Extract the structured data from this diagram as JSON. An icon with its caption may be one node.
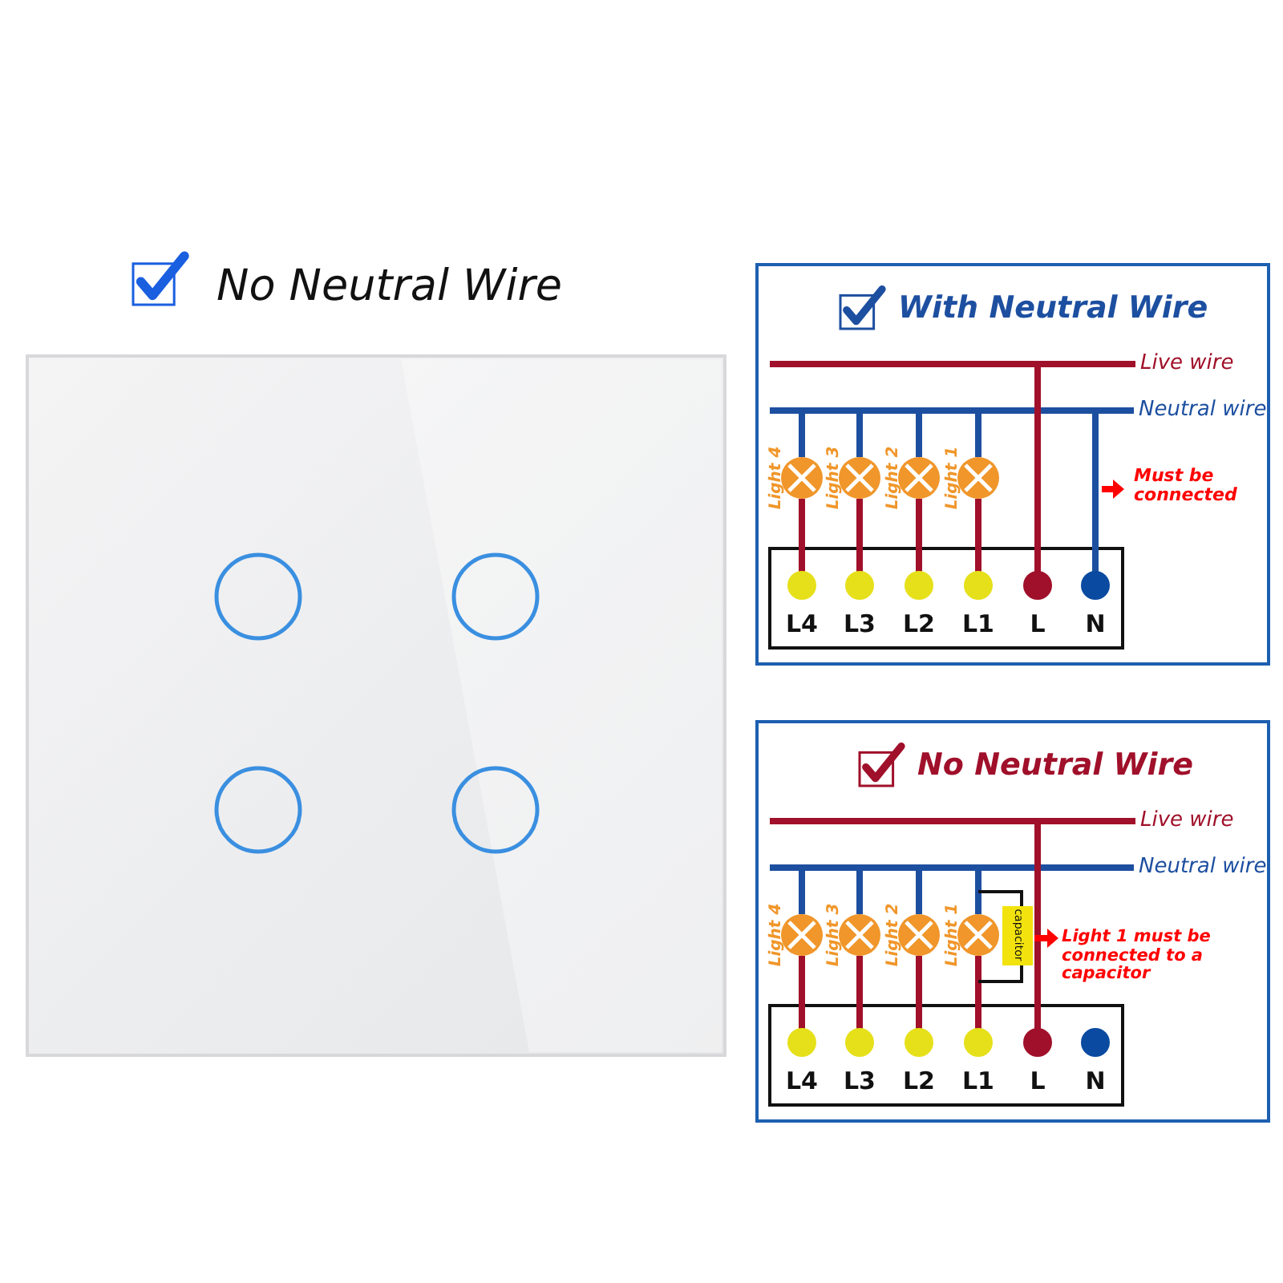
{
  "diagram": {
    "title": "No Neutral Wire",
    "labels": [
      "With Neutral Wire",
      "Live wire",
      "Neutral wire",
      "Light 4",
      "Light 3",
      "Light 2",
      "Light 1",
      "Must be connected",
      "L4",
      "L3",
      "L2",
      "L1",
      "L",
      "N",
      "No Neutral Wire",
      "Live wire",
      "Neutral wire",
      "Light 4",
      "Light 3",
      "Light 2",
      "Light 1",
      "capacitor",
      "Light 1 must be connected to a capacitor",
      "L4",
      "L3",
      "L2",
      "L1",
      "L",
      "N"
    ]
  }
}
